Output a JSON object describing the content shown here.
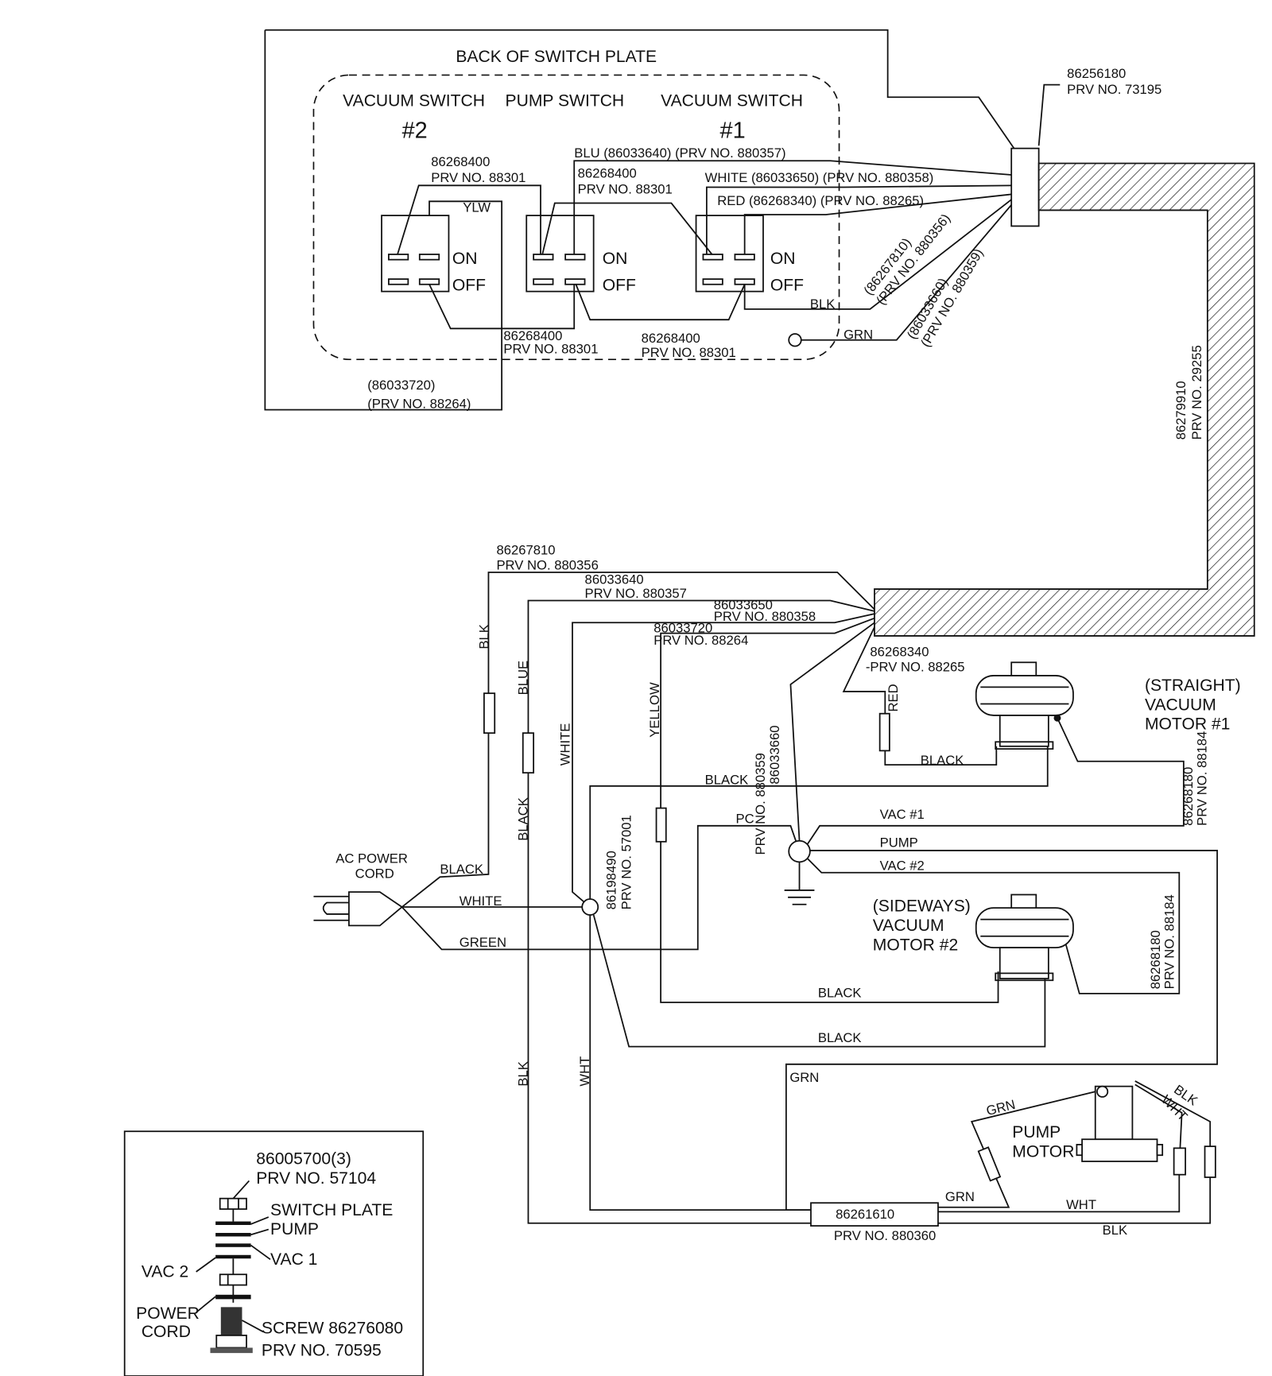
{
  "switch_plate": {
    "title": "BACK OF SWITCH PLATE",
    "vac2_label": "VACUUM SWITCH",
    "vac2_num": "#2",
    "pump_label": "PUMP SWITCH",
    "vac1_label": "VACUUM SWITCH",
    "vac1_num": "#1",
    "on": "ON",
    "off": "OFF",
    "jumper_a": [
      "86268400",
      "PRV NO. 88301"
    ],
    "jumper_b": [
      "86268400",
      "PRV NO. 88301"
    ],
    "jumper_c": [
      "86268400",
      "PRV NO. 88301"
    ],
    "jumper_d": [
      "86268400",
      "PRV NO. 88301"
    ],
    "blu": "BLU (86033640) (PRV NO. 880357)",
    "white": "WHITE (86033650) (PRV NO. 880358)",
    "red": "RED (86268340) (PRV NO. 88265)",
    "ylw": "YLW",
    "blk": "BLK",
    "grn": "GRN",
    "blk_wire": [
      "(86267810)",
      "(PRV NO. 880356)"
    ],
    "grn_wire": [
      "(86033660)",
      "(PRV NO. 880359)"
    ],
    "ylw_wire": [
      "(86033720)",
      "(PRV NO. 88264)"
    ],
    "connector": [
      "86256180",
      "PRV NO. 73195"
    ],
    "harness": [
      "86279910",
      "PRV NO. 29255"
    ]
  },
  "lower": {
    "w1": [
      "86267810",
      "PRV NO. 880356"
    ],
    "w2": [
      "86033640",
      "PRV NO. 880357"
    ],
    "w3": [
      "86033650",
      "PRV NO. 880358"
    ],
    "w4": [
      "86033720",
      "PRV NO. 88264"
    ],
    "w5": [
      "86268340",
      "-PRV NO. 88265"
    ],
    "w6": [
      "86033660",
      "PRV NO. 880359"
    ],
    "blk": "BLK",
    "blue": "BLUE",
    "white": "WHITE",
    "yellow": "YELLOW",
    "black_v": "BLACK",
    "red": "RED",
    "motor1": [
      "(STRAIGHT)",
      "VACUUM",
      "MOTOR #1"
    ],
    "motor1_wire": [
      "86268180",
      "PRV NO. 88184"
    ],
    "motor2": [
      "(SIDEWAYS)",
      "VACUUM",
      "MOTOR #2"
    ],
    "motor2_wire": [
      "86268180",
      "PRV NO. 88184"
    ],
    "junction": [
      "86198490",
      "PRV NO. 57001"
    ],
    "black_m1": "BLACK",
    "black_top": "BLACK",
    "pc": "PC",
    "vac1": "VAC #1",
    "pump": "PUMP",
    "vac2": "VAC #2",
    "ac_cord": [
      "AC POWER",
      "CORD"
    ],
    "cord_black": "BLACK",
    "cord_white": "WHITE",
    "cord_green": "GREEN",
    "black_m2a": "BLACK",
    "black_m2b": "BLACK",
    "blk_low": "BLK",
    "wht_low": "WHT",
    "grn_loop": "GRN",
    "grn_diag": "GRN",
    "grn_low": "GRN",
    "pump_motor": [
      "PUMP",
      "MOTOR"
    ],
    "wht_diag": "WHT",
    "blk_diag": "BLK",
    "wht_bottom": "WHT",
    "blk_bottom": "BLK",
    "cap_block": [
      "86261610",
      "PRV NO. 880360"
    ]
  },
  "legend": {
    "nut": [
      "86005700(3)",
      "PRV NO. 57104"
    ],
    "switch_plate": "SWITCH PLATE",
    "pump": "PUMP",
    "vac1": "VAC 1",
    "vac2": "VAC 2",
    "power_cord": [
      "POWER",
      "CORD"
    ],
    "screw": [
      "SCREW 86276080",
      "PRV NO. 70595"
    ]
  }
}
